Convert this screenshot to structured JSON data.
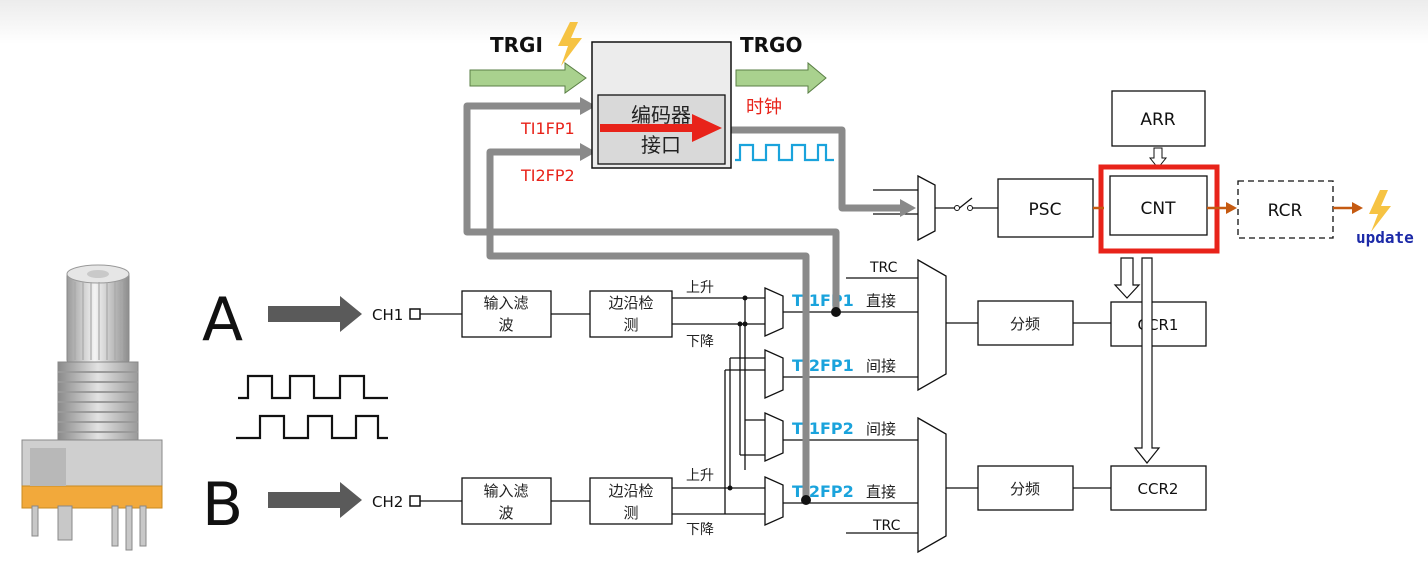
{
  "top": {
    "trgi": "TRGI",
    "trgo": "TRGO",
    "encoder_line1": "编码器",
    "encoder_line2": "接口",
    "clock": "时钟",
    "ti1fp1_label": "TI1FP1",
    "ti2fp2_label": "TI2FP2"
  },
  "timebase": {
    "arr": "ARR",
    "psc": "PSC",
    "cnt": "CNT",
    "rcr": "RCR",
    "update": "update"
  },
  "inputs": {
    "a_letter": "A",
    "b_letter": "B",
    "ch1": "CH1",
    "ch2": "CH2",
    "filter_line1": "输入滤",
    "filter_line2": "波",
    "edge_line1": "边沿检",
    "edge_line2": "测",
    "rise": "上升",
    "fall": "下降"
  },
  "capture": {
    "trc": "TRC",
    "ti1fp1": "TI1FP1",
    "ti2fp1": "TI2FP1",
    "ti1fp2": "TI1FP2",
    "ti2fp2": "TI2FP2",
    "direct": "直接",
    "indirect": "间接",
    "divider": "分频",
    "ccr1": "CCR1",
    "ccr2": "CCR2"
  },
  "colors": {
    "accent_red": "#e8231a",
    "signal_blue": "#1aa3dc",
    "update_blue": "#1c2aa8",
    "path_gray": "#8a8a8a",
    "arrow_green": "#a9d18e",
    "bolt_yellow": "#f6c343",
    "orange_arrow": "#c55a11"
  }
}
